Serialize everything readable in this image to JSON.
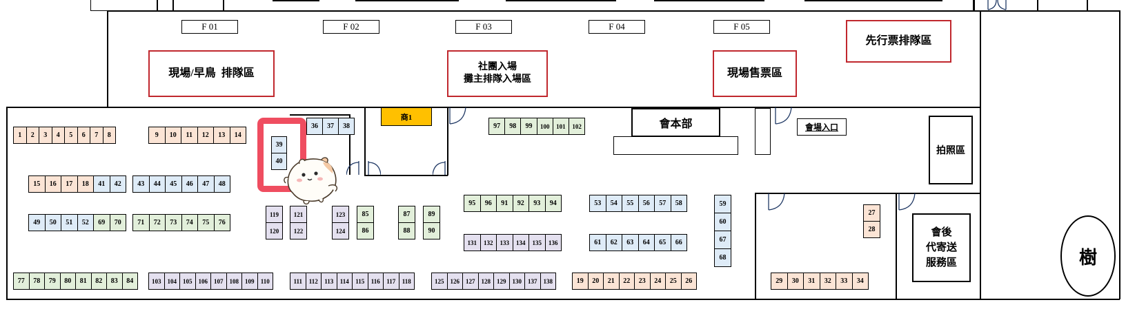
{
  "queue_labels": [
    "F 01",
    "F 02",
    "F 03",
    "F 04",
    "F 05"
  ],
  "zones": {
    "onsite_earlybird": "現場/早鳥  排隊區",
    "club_entry_line1": "社團入場",
    "club_entry_line2": "攤主排隊入場區",
    "ticket_sales": "現場售票區",
    "presale_queue": "先行票排隊區",
    "hq": "會本部",
    "venue_entrance": "會場入口",
    "photo_zone": "拍照區",
    "shipping_line1": "會後",
    "shipping_line2": "代寄送",
    "shipping_line3": "服務區",
    "tree": "樹",
    "shop1": "商1"
  },
  "colors": {
    "pink": "#fbe4d5",
    "blue": "#deebf7",
    "green": "#e2efda",
    "lavender": "#e4e0ef",
    "shop_orange": "#ffc000",
    "highlight": "#ef4d60",
    "zone_border": "#c0272d"
  },
  "booths": {
    "row_a_left": [
      "1",
      "2",
      "3",
      "4",
      "5",
      "6",
      "7",
      "8"
    ],
    "row_a_mid": [
      "9",
      "10",
      "11",
      "12",
      "13",
      "14"
    ],
    "col_39_40": [
      "39",
      "40"
    ],
    "row_36_38": [
      "36",
      "37",
      "38"
    ],
    "row_97_102": [
      "97",
      "98",
      "99",
      "100",
      "101",
      "102"
    ],
    "row_b_left": [
      "15",
      "16",
      "17",
      "18",
      "41",
      "42"
    ],
    "row_b_mid": [
      "43",
      "44",
      "45",
      "46",
      "47",
      "48"
    ],
    "row_c_left": [
      "49",
      "50",
      "51",
      "52",
      "69",
      "70"
    ],
    "row_c_mid": [
      "71",
      "72",
      "73",
      "74",
      "75",
      "76"
    ],
    "pair_119": [
      "119",
      "120"
    ],
    "pair_121": [
      "121",
      "122"
    ],
    "pair_123": [
      "123",
      "124"
    ],
    "pair_85": [
      "85",
      "86"
    ],
    "pair_87": [
      "87",
      "88"
    ],
    "pair_89": [
      "89",
      "90"
    ],
    "row_95_94": [
      "95",
      "96",
      "91",
      "92",
      "93",
      "94"
    ],
    "row_53_58": [
      "53",
      "54",
      "55",
      "56",
      "57",
      "58"
    ],
    "col_59_68": [
      "59",
      "60",
      "67",
      "68"
    ],
    "pair_27": [
      "27",
      "28"
    ],
    "row_131_136": [
      "131",
      "132",
      "133",
      "134",
      "135",
      "136"
    ],
    "row_61_66": [
      "61",
      "62",
      "63",
      "64",
      "65",
      "66"
    ],
    "row_d1": [
      "77",
      "78",
      "79",
      "80",
      "81",
      "82",
      "83",
      "84"
    ],
    "row_d2": [
      "103",
      "104",
      "105",
      "106",
      "107",
      "108",
      "109",
      "110"
    ],
    "row_d3": [
      "111",
      "112",
      "113",
      "114",
      "115",
      "116",
      "117",
      "118"
    ],
    "row_d4": [
      "125",
      "126",
      "127",
      "128",
      "129",
      "130",
      "137",
      "138"
    ],
    "row_d5": [
      "19",
      "20",
      "21",
      "22",
      "23",
      "24",
      "25",
      "26"
    ],
    "row_d6": [
      "29",
      "30",
      "31",
      "32",
      "33",
      "34"
    ]
  }
}
